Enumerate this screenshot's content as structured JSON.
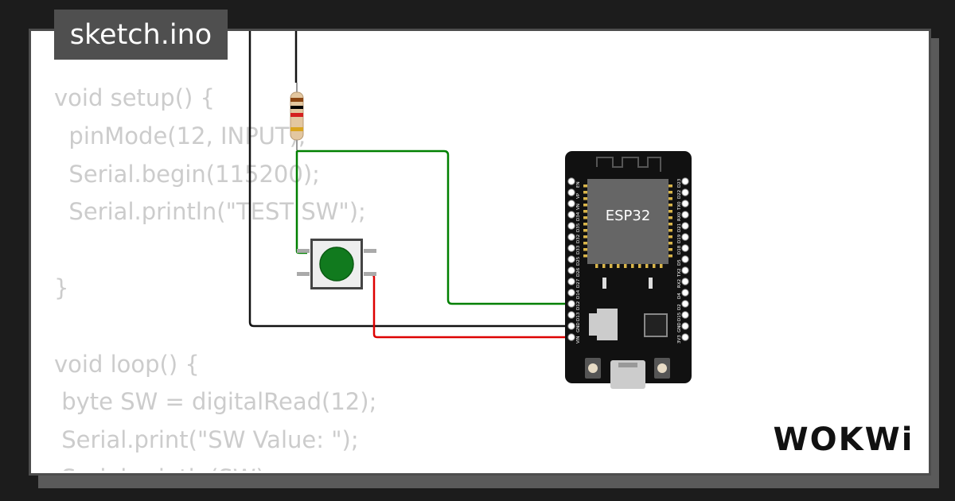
{
  "window": {
    "file_tab": "sketch.ino"
  },
  "code": {
    "lines": [
      "void setup() {",
      "  pinMode(12, INPUT);",
      "  Serial.begin(115200);",
      "  Serial.println(\"TEST SW\");",
      "",
      "}",
      "",
      "void loop() {",
      " byte SW = digitalRead(12);",
      " Serial.print(\"SW Value: \");",
      " Serial.println(SW);"
    ]
  },
  "board": {
    "chip_label": "ESP32",
    "left_pins": [
      "EN",
      "VP",
      "VN",
      "D34",
      "D35",
      "D32",
      "D33",
      "D25",
      "D26",
      "D27",
      "D14",
      "D12",
      "D13",
      "GND",
      "VIN"
    ],
    "right_pins": [
      "D23",
      "D22",
      "TX0",
      "RX0",
      "D21",
      "D19",
      "D18",
      "D5",
      "TX2",
      "RX2",
      "D4",
      "D2",
      "D15",
      "GND",
      "3V3"
    ]
  },
  "wires": {
    "black": "#111111",
    "green": "#008000",
    "red": "#dd0000"
  },
  "colors": {
    "button_cap": "#117a1e",
    "canvas_border": "#4d4d4d",
    "code_text": "#cccccc"
  },
  "branding": {
    "logo": "WOKWi"
  }
}
